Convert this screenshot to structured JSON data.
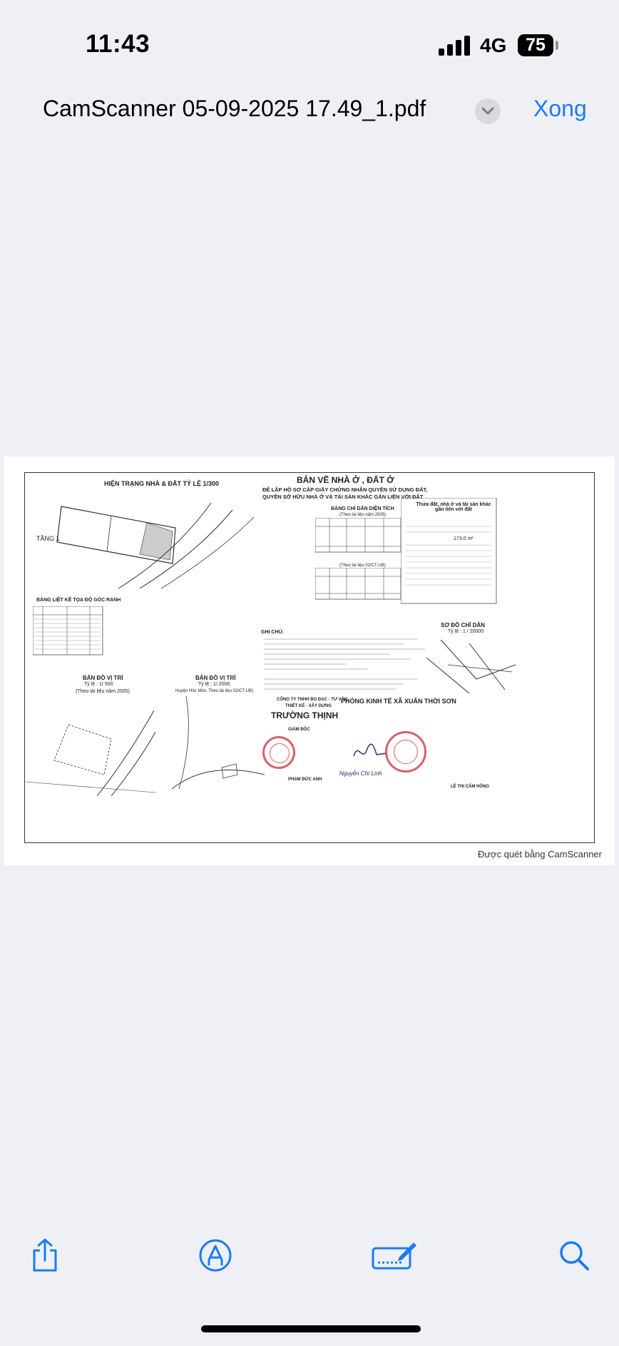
{
  "status_bar": {
    "time": "11:43",
    "network": "4G",
    "battery": "75"
  },
  "nav": {
    "title": "CamScanner 05-09-2025 17.49_1.pdf",
    "done_label": "Xong"
  },
  "document": {
    "main_title": "BẢN VẼ NHÀ Ở , ĐẤT Ở",
    "subtitle_1": "ĐỂ LẬP HỒ SƠ CẤP GIẤY CHỨNG NHẬN QUYỀN SỬ DỤNG ĐẤT,",
    "subtitle_2": "QUYỀN SỞ HỮU NHÀ Ở VÀ TÀI SẢN KHÁC GẮN LIỀN VỚI ĐẤT",
    "current_plan_title": "HIỆN TRẠNG NHÀ & ĐẤT TỶ LỆ 1/300",
    "floor_label": "TẦNG 1",
    "area_table_title": "BẢNG CHỈ DẪN DIỆN TÍCH",
    "area_table_source": "(Theo tài liệu năm 2005)",
    "area_table_2_source": "(Theo tài liệu 02/CT-UB)",
    "land_info_title": "Thửa đất, nhà ở và tài sản khác gắn liền với đất",
    "land_area": "173.0 m²",
    "coord_table_title": "BẢNG LIỆT KÊ TỌA ĐỘ GÓC RANH",
    "location_map_1_title": "BẢN ĐỒ VỊ TRÍ",
    "location_map_1_scale": "Tỷ lệ : 1/ 500",
    "location_map_1_source": "(Theo tài liệu năm 2005)",
    "location_map_2_title": "BẢN ĐỒ VỊ TRÍ",
    "location_map_2_scale": "Tỷ lệ : 1/ 2000",
    "location_map_2_source": "Huyện Hóc Môn, Theo tài liệu 02/CT-UB)",
    "guide_map_title": "SƠ ĐỒ CHỈ DẪN",
    "guide_map_scale": "Tỷ lệ : 1 / 20000",
    "notes_title": "GHI CHÚ:",
    "company_1": "CÔNG TY TNHH ĐO ĐẠC - TƯ VẤN",
    "company_2": "THIẾT KẾ - XÂY DỰNG",
    "company_3": "TRƯỜNG THỊNH",
    "director_label": "GIÁM ĐỐC",
    "director_name": "PHẠM ĐỨC ANH",
    "office_title": "PHÒNG KINH TẾ XÃ XUÂN THỜI SƠN",
    "checker_name": "Nguyễn Chí Linh",
    "signer_name": "LÊ THỊ CẨM HỒNG",
    "watermark": "Được quét bằng CamScanner"
  },
  "toolbar": {
    "share": "share-icon",
    "markup": "markup-icon",
    "signature": "signature-icon",
    "search": "search-icon"
  },
  "colors": {
    "accent": "#1a7cf5",
    "stamp": "#d8424f",
    "background": "#eff0f5"
  }
}
